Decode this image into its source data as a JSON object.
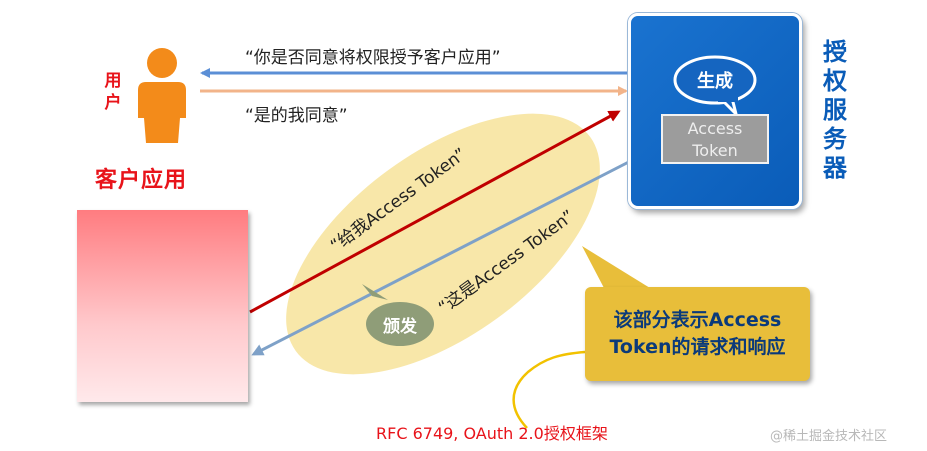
{
  "client": {
    "user_label": "用户",
    "title": "客户应用"
  },
  "messages": {
    "ask_consent": "“你是否同意将权限授予客户应用”",
    "consent_reply": "“是的我同意”",
    "give_token": "“给我Access Token”",
    "here_token": "“这是Access Token”"
  },
  "server": {
    "title": "授权服务器",
    "generate_label": "生成",
    "token_line1": "Access",
    "token_line2": "Token"
  },
  "issue_label": "颁发",
  "callout": {
    "line1": "该部分表示Access",
    "line2": "Token的请求和响应"
  },
  "rfc_label": "RFC 6749, OAuth 2.0授权框架",
  "watermark": "@稀土掘金技术社区",
  "colors": {
    "user_icon": "#f38b1a",
    "client_red": "#e8131a",
    "server_blue": "#0a5cb8",
    "arrow_blue": "#5b8fd6",
    "arrow_orange": "#f2b48a",
    "arrow_red": "#c00000",
    "ellipse_yellow": "#f7e39a",
    "callout_gold": "#e8be3a",
    "bubble_green": "#8f9d78"
  }
}
